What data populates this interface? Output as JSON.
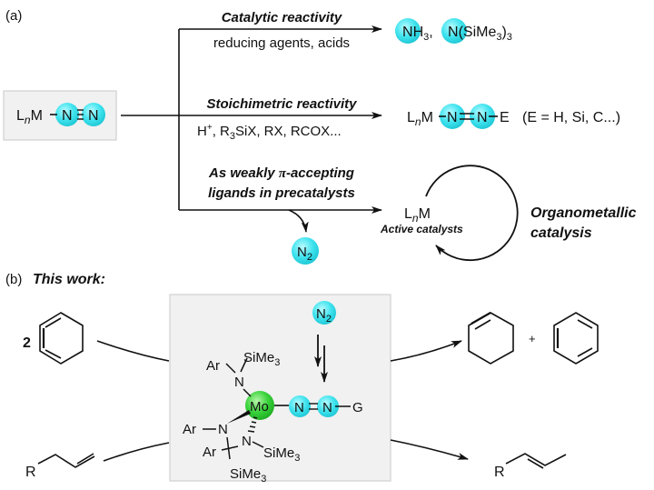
{
  "colors": {
    "nitrogen_sphere": "#3fe3ee",
    "molybdenum_sphere": "#38d23a",
    "panel_bg": "#f1f1f1",
    "panel_border": "#d0d0d0",
    "stroke": "#111111"
  },
  "panel_a": {
    "label": "(a)",
    "start": {
      "L": "L",
      "n": "n",
      "M": "M",
      "N1": "N",
      "N2": "N",
      "bond": "triple"
    },
    "branches": [
      {
        "title": "Catalytic reactivity",
        "conditions": "reducing agents, acids",
        "product": {
          "p1_atom": "N",
          "p1_rest": "H",
          "p1_sub": "3",
          "sep": ", ",
          "p2_atom": "N",
          "p2_rest": "(SiMe",
          "p2_sub1": "3",
          "p2_close": ")",
          "p2_sub2": "3"
        }
      },
      {
        "title": "Stoichimetric reactivity",
        "conditions": {
          "h": "H",
          "h_sup": "+",
          "rest1": ", R",
          "sub": "3",
          "rest2": "SiX, RX, RCOX..."
        },
        "product": {
          "L": "L",
          "n": "n",
          "M": "M",
          "N1": "N",
          "N2": "N",
          "E": "E",
          "note": "(E = H, Si, C...)"
        }
      },
      {
        "title_line1_a": "As weakly ",
        "title_line1_pi": "π",
        "title_line1_b": "-accepting",
        "title_line2": "ligands in  precatalysts",
        "release": {
          "atom": "N",
          "sub": "2"
        },
        "product": {
          "L": "L",
          "n": "n",
          "M": "M",
          "caption": "Active catalysts"
        },
        "cycle_label_line1": "Organometallic",
        "cycle_label_line2": "catalysis"
      }
    ]
  },
  "panel_b": {
    "label": "(b)",
    "title": "This work:",
    "reactant1_coefficient": "2",
    "reactant2_label": "R",
    "product2_label": "R",
    "plus": "+",
    "catalyst": {
      "metal": "Mo",
      "n2_in": {
        "atom": "N",
        "sub": "2"
      },
      "N1": "N",
      "N2": "N",
      "G": "G",
      "amide_top": {
        "Ar": "Ar",
        "N": "N",
        "Si": "SiMe",
        "sub": "3"
      },
      "amide_left": {
        "Ar": "Ar",
        "N": "N",
        "Si": "SiMe",
        "sub": "3"
      },
      "amide_right": {
        "Ar": "Ar",
        "N": "N",
        "Si": "SiMe",
        "sub": "3"
      }
    }
  }
}
